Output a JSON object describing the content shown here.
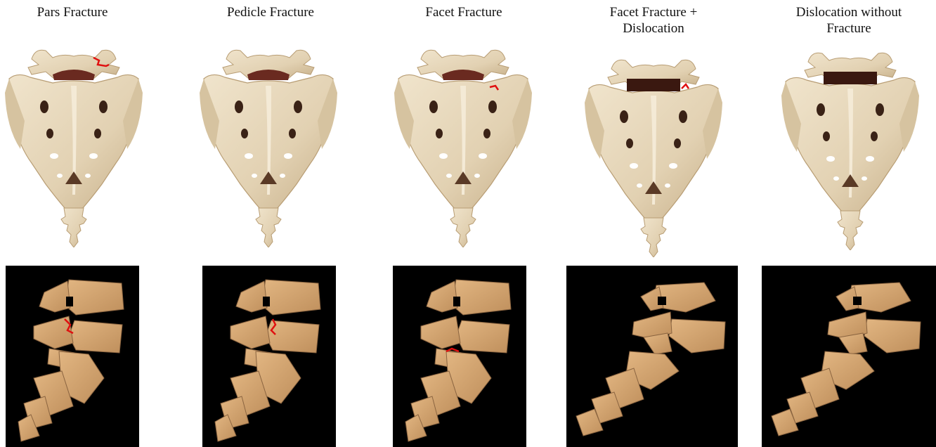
{
  "panels": [
    {
      "title": "Pars Fracture",
      "fracture": "pars"
    },
    {
      "title": "Pedicle Fracture",
      "fracture": "pedicle"
    },
    {
      "title": "Facet Fracture",
      "fracture": "facet"
    },
    {
      "title": "Facet Fracture +\nDislocation",
      "fracture": "facet-dislocation"
    },
    {
      "title": "Dislocation without\nFracture",
      "fracture": "dislocation"
    }
  ],
  "colors": {
    "bone": "#e7d8bc",
    "bone_shadow": "#c9b48f",
    "lateral_bone": "#d8aa76",
    "lateral_edge": "#8a6440",
    "fracture_line": "#e01010",
    "background": "#000000"
  }
}
